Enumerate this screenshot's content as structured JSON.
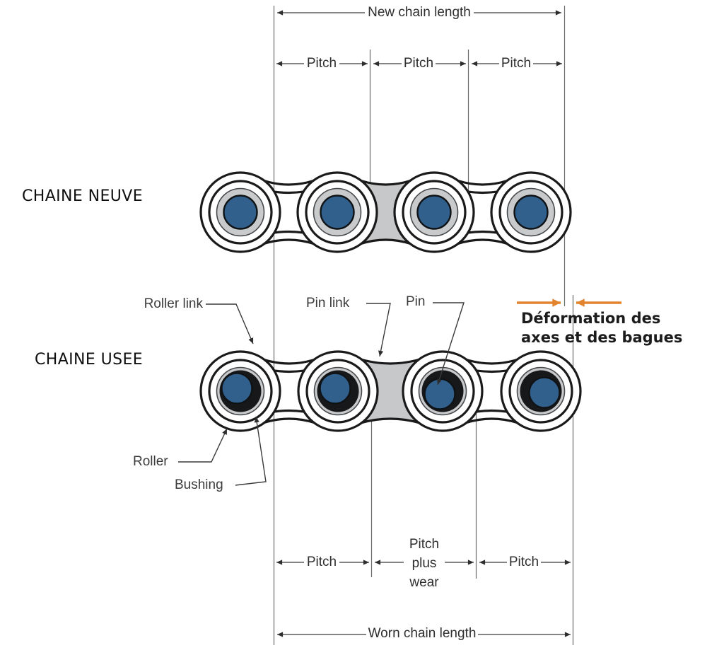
{
  "diagram": {
    "top_dimension": {
      "label": "New chain length"
    },
    "top_pitch_labels": [
      "Pitch",
      "Pitch",
      "Pitch"
    ],
    "new_chain": {
      "title": "CHAINE NEUVE"
    },
    "worn_chain": {
      "title": "CHAINE USEE"
    },
    "part_labels": {
      "roller_link": "Roller link",
      "pin_link": "Pin link",
      "pin": "Pin",
      "roller": "Roller",
      "bushing": "Bushing"
    },
    "deformation_note": {
      "line1": "Déformation des",
      "line2": "axes et des bagues"
    },
    "bottom_pitch_labels": {
      "left": "Pitch",
      "middle": [
        "Pitch",
        "plus",
        "wear"
      ],
      "right": "Pitch"
    },
    "bottom_dimension": {
      "label": "Worn chain length"
    },
    "colors": {
      "pin_blue": "#31608C",
      "bushing_gray": "#C9CACC",
      "pin_link_gray": "#C7C8CA",
      "outline": "#1A1A1A",
      "dimension": "#3A3A3A",
      "accent_orange": "#E2832E"
    }
  }
}
